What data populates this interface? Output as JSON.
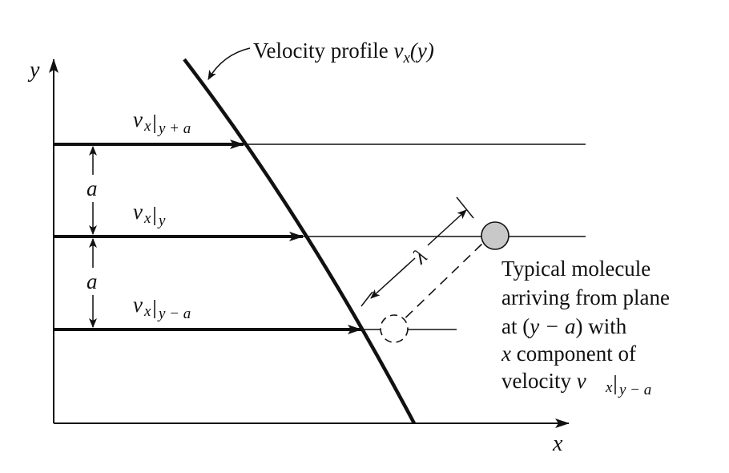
{
  "axes": {
    "y_label": "y",
    "x_label": "x"
  },
  "profile": {
    "label_prefix": "Velocity profile ",
    "label_var": "v",
    "label_sub": "x",
    "label_arg": "(y)"
  },
  "planes": {
    "top": {
      "var": "v",
      "sub_x": "x",
      "sub_at": "y + a"
    },
    "middle": {
      "var": "v",
      "sub_x": "x",
      "sub_at": "y"
    },
    "bottom": {
      "var": "v",
      "sub_x": "x",
      "sub_at": "y − a"
    }
  },
  "spacing": {
    "upper": "a",
    "lower": "a"
  },
  "mean_free_path": "λ",
  "molecule_note": {
    "line1": "Typical molecule",
    "line2": "arriving from plane",
    "line3_prefix": "at (",
    "line3_var": "y − a",
    "line3_suffix": ") with",
    "line4_var": "x",
    "line4_rest": " component of",
    "line5_prefix": "velocity ",
    "line5_var": "v",
    "line5_sub_x": "x",
    "line5_sub_at": "y − a"
  },
  "colors": {
    "ink": "#111111",
    "molecule_fill": "#c8c8c8"
  }
}
